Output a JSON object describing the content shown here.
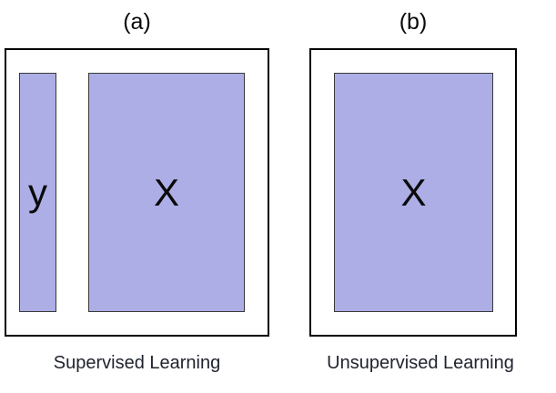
{
  "figure": {
    "colors": {
      "block_fill": "#acaee5",
      "block_border": "#3a3a3a",
      "frame_border": "#000000",
      "caption_color": "#20242e",
      "panel_label_color": "#0a0a0a"
    },
    "panels": {
      "a": {
        "label": "(a)",
        "caption": "Supervised Learning",
        "blocks": {
          "y": "y",
          "x": "X"
        }
      },
      "b": {
        "label": "(b)",
        "caption": "Unsupervised Learning",
        "blocks": {
          "x": "X"
        }
      }
    }
  }
}
